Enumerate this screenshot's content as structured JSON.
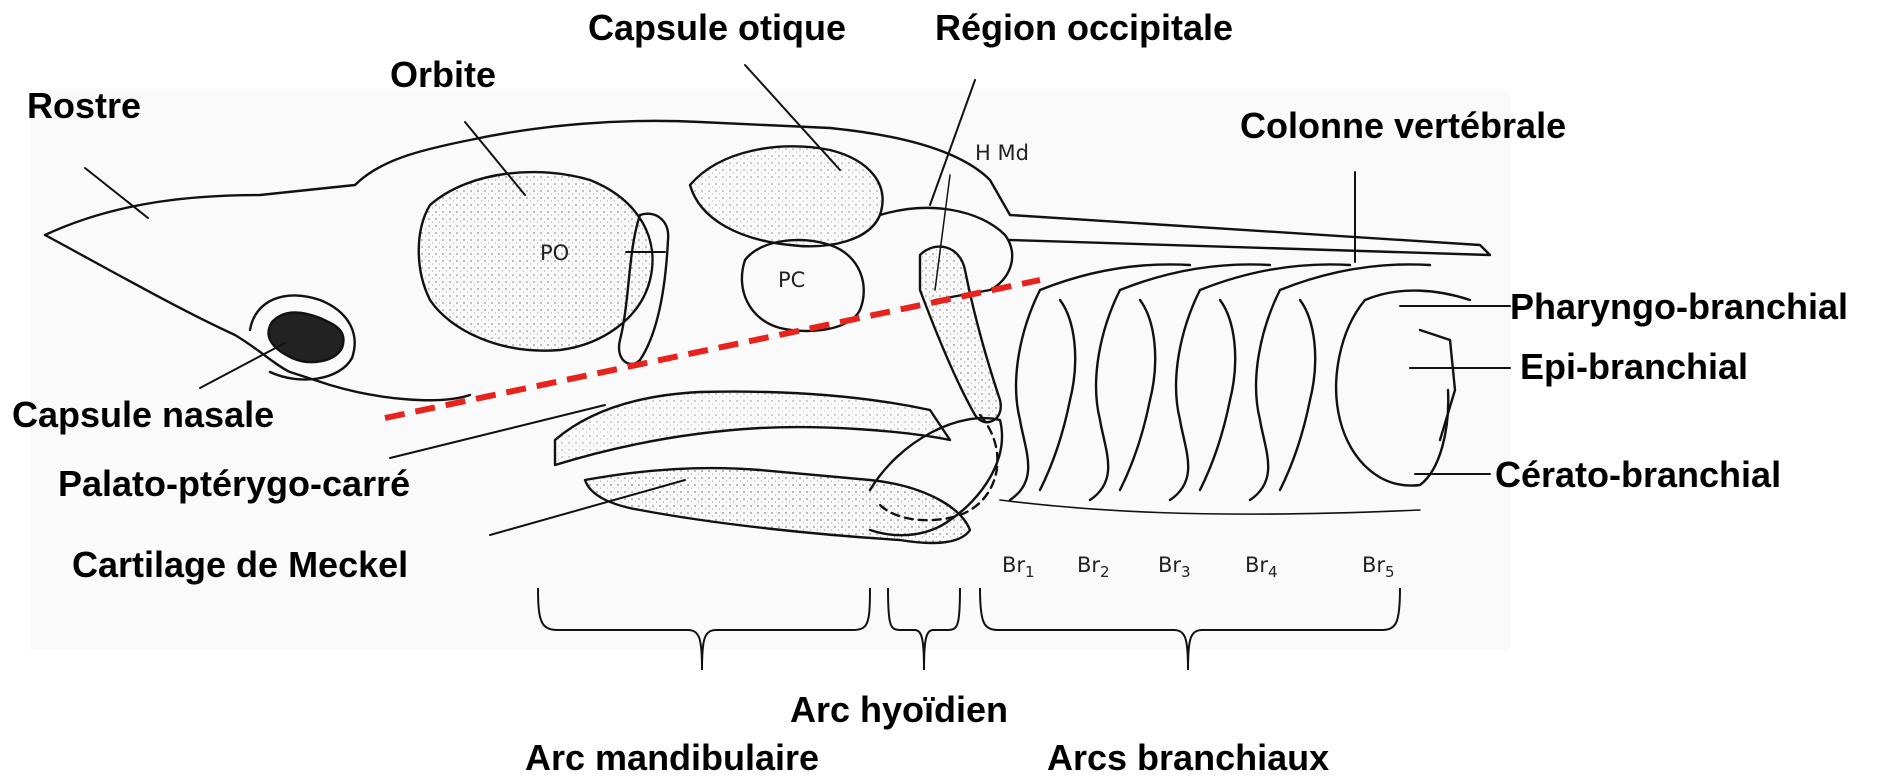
{
  "labels": {
    "rostre": "Rostre",
    "orbite": "Orbite",
    "capsule_otique": "Capsule otique",
    "region_occipitale": "Région occipitale",
    "colonne_vertebrale": "Colonne vertébrale",
    "pharyngo_branchial": "Pharyngo-branchial",
    "epi_branchial": "Epi-branchial",
    "cerato_branchial": "Cérato-branchial",
    "capsule_nasale": "Capsule nasale",
    "palato": "Palato-ptérygo-carré",
    "meckel": "Cartilage de Meckel",
    "arc_hyoidien": "Arc hyoïdien",
    "arc_mandibulaire": "Arc mandibulaire",
    "arcs_branchiaux": "Arcs branchiaux"
  },
  "small_labels": {
    "po": "PO",
    "pc": "PC",
    "hmd": "H Md"
  },
  "branchial_arcs": [
    {
      "prefix": "Br",
      "index": "1"
    },
    {
      "prefix": "Br",
      "index": "2"
    },
    {
      "prefix": "Br",
      "index": "3"
    },
    {
      "prefix": "Br",
      "index": "4"
    },
    {
      "prefix": "Br",
      "index": "5"
    }
  ],
  "colors": {
    "axis_line": "#e8221c",
    "ink": "#111111"
  }
}
